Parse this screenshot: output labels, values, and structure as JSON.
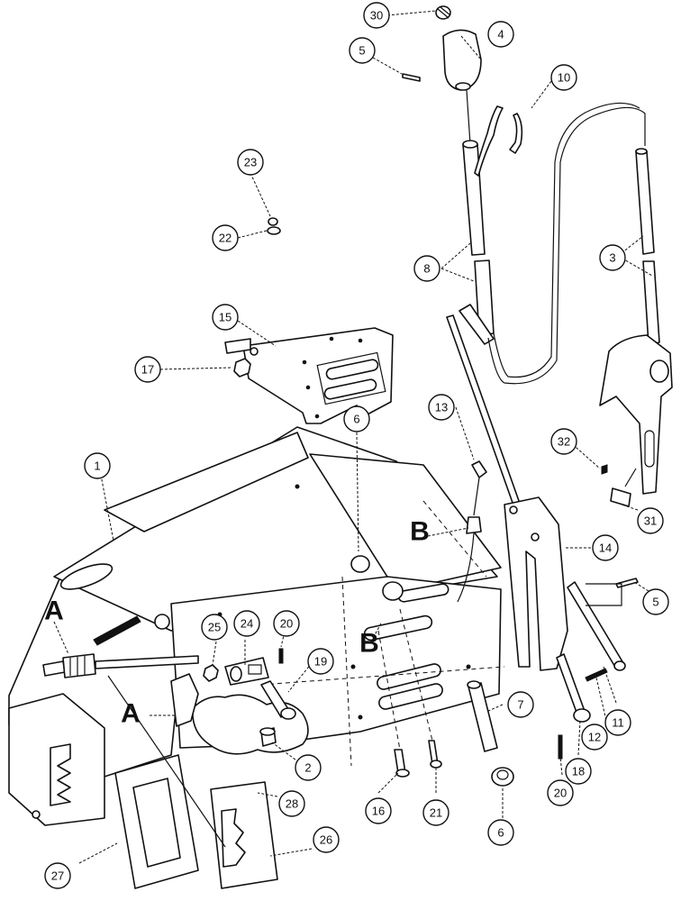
{
  "callouts": [
    {
      "id": "c30",
      "label": "30"
    },
    {
      "id": "c4",
      "label": "4"
    },
    {
      "id": "c5a",
      "label": "5"
    },
    {
      "id": "c10",
      "label": "10"
    },
    {
      "id": "c23",
      "label": "23"
    },
    {
      "id": "c22",
      "label": "22"
    },
    {
      "id": "c8",
      "label": "8"
    },
    {
      "id": "c3",
      "label": "3"
    },
    {
      "id": "c15",
      "label": "15"
    },
    {
      "id": "c17",
      "label": "17"
    },
    {
      "id": "c13",
      "label": "13"
    },
    {
      "id": "c32",
      "label": "32"
    },
    {
      "id": "c1",
      "label": "1"
    },
    {
      "id": "c6a",
      "label": "6"
    },
    {
      "id": "c14",
      "label": "14"
    },
    {
      "id": "c31",
      "label": "31"
    },
    {
      "id": "c5b",
      "label": "5"
    },
    {
      "id": "c25",
      "label": "25"
    },
    {
      "id": "c24",
      "label": "24"
    },
    {
      "id": "c20a",
      "label": "20"
    },
    {
      "id": "c19",
      "label": "19"
    },
    {
      "id": "c7",
      "label": "7"
    },
    {
      "id": "c11",
      "label": "11"
    },
    {
      "id": "c12",
      "label": "12"
    },
    {
      "id": "c2",
      "label": "2"
    },
    {
      "id": "c18",
      "label": "18"
    },
    {
      "id": "c16",
      "label": "16"
    },
    {
      "id": "c21",
      "label": "21"
    },
    {
      "id": "c20b",
      "label": "20"
    },
    {
      "id": "c6b",
      "label": "6"
    },
    {
      "id": "c28",
      "label": "28"
    },
    {
      "id": "c26",
      "label": "26"
    },
    {
      "id": "c27",
      "label": "27"
    }
  ],
  "view_letters": [
    {
      "id": "A1",
      "label": "A"
    },
    {
      "id": "A2",
      "label": "A"
    },
    {
      "id": "B1",
      "label": "B"
    },
    {
      "id": "B2",
      "label": "B"
    }
  ]
}
